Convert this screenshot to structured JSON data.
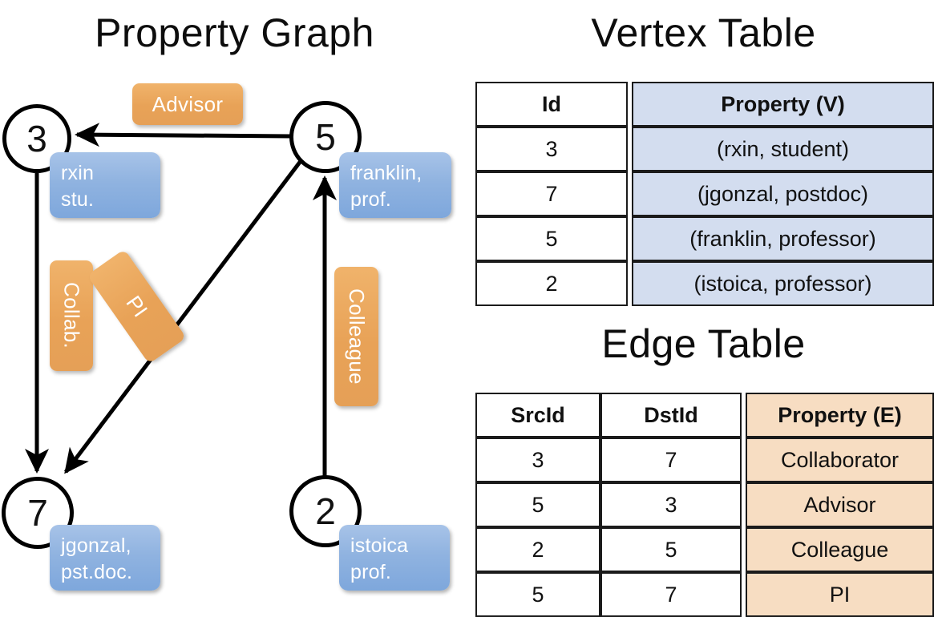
{
  "titles": {
    "graph": "Property Graph",
    "vertex_table": "Vertex Table",
    "edge_table": "Edge Table"
  },
  "colors": {
    "vertex_property_fill": "#d3ddef",
    "edge_property_fill": "#f7ddc2",
    "node_property_box": "#8fb3e0",
    "edge_label_box": "#e8a257",
    "stroke": "#000000"
  },
  "graph": {
    "nodes": [
      {
        "id": "3",
        "property_label": "rxin\nstu."
      },
      {
        "id": "5",
        "property_label": "franklin,\nprof."
      },
      {
        "id": "7",
        "property_label": "jgonzal,\npst.doc."
      },
      {
        "id": "2",
        "property_label": "istoica\nprof."
      }
    ],
    "node_labels": {
      "n3": "3",
      "n5": "5",
      "n7": "7",
      "n2": "2"
    },
    "node_properties": {
      "n3_line1": "rxin",
      "n3_line2": "stu.",
      "n5_line1": "franklin,",
      "n5_line2": "prof.",
      "n7_line1": "jgonzal,",
      "n7_line2": "pst.doc.",
      "n2_line1": "istoica",
      "n2_line2": "prof."
    },
    "edges": [
      {
        "from": "5",
        "to": "3",
        "label": "Advisor"
      },
      {
        "from": "3",
        "to": "7",
        "label": "Collab."
      },
      {
        "from": "5",
        "to": "7",
        "label": "PI"
      },
      {
        "from": "2",
        "to": "5",
        "label": "Colleague"
      }
    ],
    "edge_labels": {
      "advisor": "Advisor",
      "collab": "Collab.",
      "pi": "PI",
      "colleague": "Colleague"
    }
  },
  "vertex_table": {
    "headers": [
      "Id",
      "Property (V)"
    ],
    "rows": [
      {
        "id": "3",
        "property": "(rxin, student)"
      },
      {
        "id": "7",
        "property": "(jgonzal, postdoc)"
      },
      {
        "id": "5",
        "property": "(franklin, professor)"
      },
      {
        "id": "2",
        "property": "(istoica, professor)"
      }
    ]
  },
  "edge_table": {
    "headers": [
      "SrcId",
      "DstId",
      "Property (E)"
    ],
    "rows": [
      {
        "src": "3",
        "dst": "7",
        "property": "Collaborator"
      },
      {
        "src": "5",
        "dst": "3",
        "property": "Advisor"
      },
      {
        "src": "2",
        "dst": "5",
        "property": "Colleague"
      },
      {
        "src": "5",
        "dst": "7",
        "property": "PI"
      }
    ]
  }
}
